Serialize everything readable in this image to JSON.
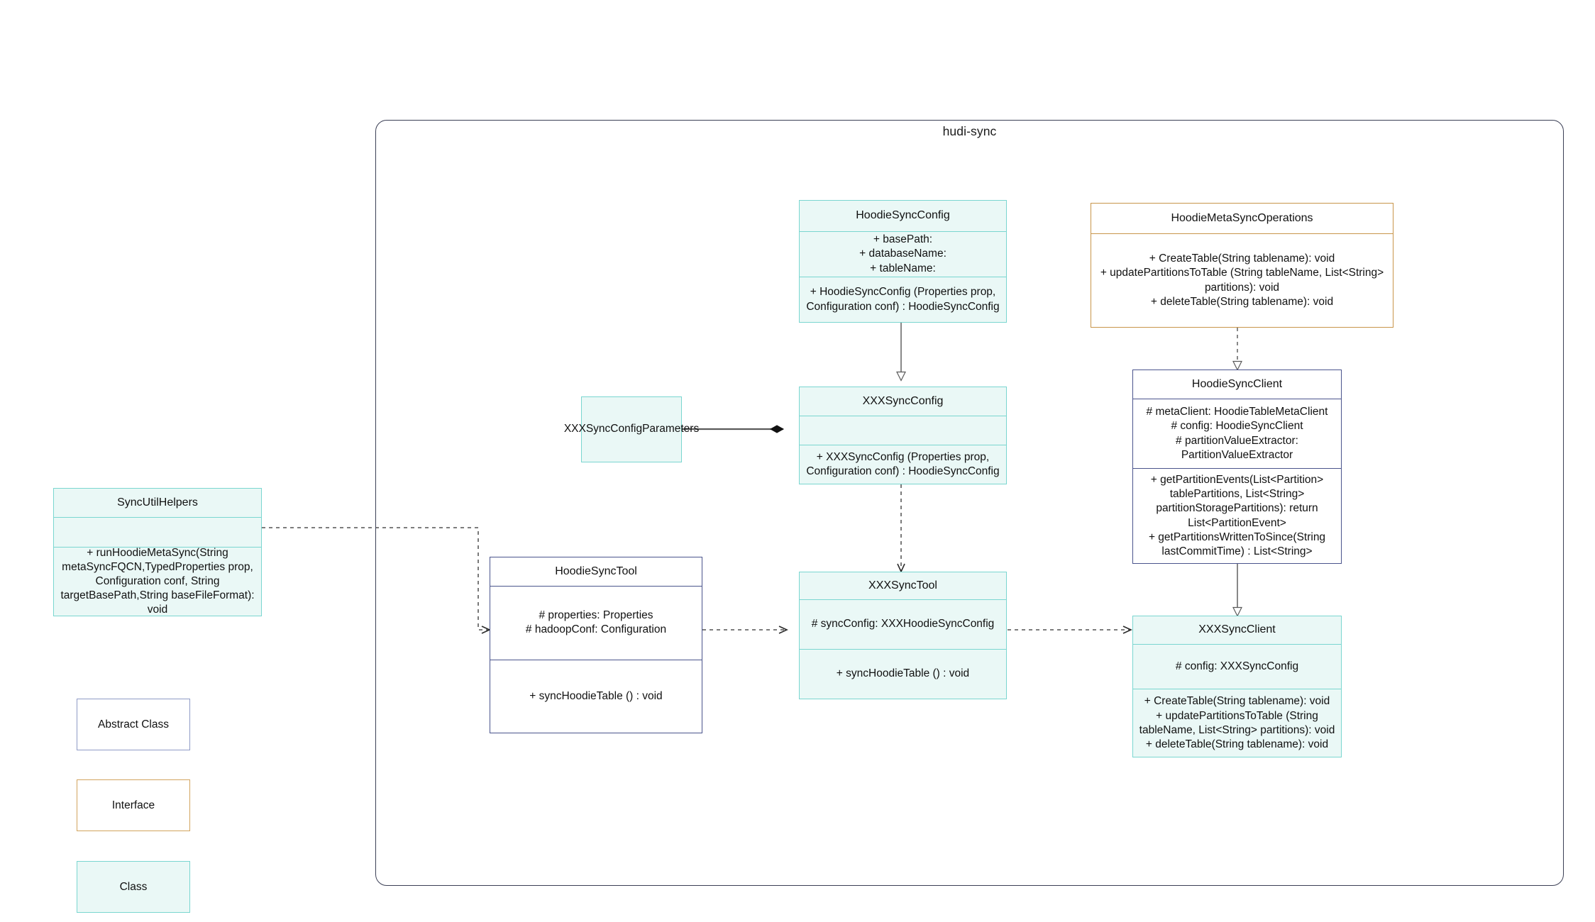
{
  "package": {
    "title": "hudi-sync"
  },
  "legend": [
    {
      "label": "Abstract Class",
      "kind": "abstract"
    },
    {
      "label": "Interface",
      "kind": "interface"
    },
    {
      "label": "Class",
      "kind": "class"
    }
  ],
  "classes": {
    "hoodieSyncConfig": {
      "name": "HoodieSyncConfig",
      "kind": "class",
      "attributes": "+    basePath:\n+   databaseName:\n+   tableName:",
      "methods": "+   HoodieSyncConfig (Properties prop, Configuration conf) : HoodieSyncConfig"
    },
    "hoodieMetaSyncOperations": {
      "name": "HoodieMetaSyncOperations",
      "kind": "interface",
      "methods": "+   CreateTable(String tablename): void\n+   updatePartitionsToTable (String tableName, List<String> partitions): void\n+   deleteTable(String tablename): void"
    },
    "xxxSyncConfigParameters": {
      "name": "XXXSyncConfigParameters",
      "kind": "class"
    },
    "xxxSyncConfig": {
      "name": "XXXSyncConfig",
      "kind": "class",
      "attributes": "",
      "methods": "+   XXXSyncConfig (Properties prop, Configuration conf) : HoodieSyncConfig"
    },
    "hoodieSyncClient": {
      "name": "HoodieSyncClient",
      "kind": "abstract",
      "attributes": "#   metaClient: HoodieTableMetaClient\n#   config: HoodieSyncClient\n#    partitionValueExtractor: PartitionValueExtractor",
      "methods": "+   getPartitionEvents(List<Partition> tablePartitions, List<String> partitionStoragePartitions): return List<PartitionEvent>\n+   getPartitionsWrittenToSince(String lastCommitTime) : List<String>"
    },
    "syncUtilHelpers": {
      "name": "SyncUtilHelpers",
      "kind": "class",
      "attributes": "",
      "methods": "+     runHoodieMetaSync(String metaSyncFQCN,TypedProperties prop, Configuration conf, String targetBasePath,String baseFileFormat): void"
    },
    "hoodieSyncTool": {
      "name": "HoodieSyncTool",
      "kind": "abstract",
      "attributes": "#   properties: Properties\n#   hadoopConf: Configuration",
      "methods": "+   syncHoodieTable () : void"
    },
    "xxxSyncTool": {
      "name": "XXXSyncTool",
      "kind": "class",
      "attributes": "#   syncConfig: XXXHoodieSyncConfig",
      "methods": "+   syncHoodieTable () : void"
    },
    "xxxSyncClient": {
      "name": "XXXSyncClient",
      "kind": "class",
      "attributes": "#    config: XXXSyncConfig",
      "methods": "+    CreateTable(String tablename): void\n+    updatePartitionsToTable (String tableName, List<String> partitions): void\n+   deleteTable(String tablename): void"
    }
  },
  "relations": [
    {
      "name": "generalization-xxxsyncconfig-to-hoodiesyncconfig",
      "type": "generalization",
      "from": "XXXSyncConfig",
      "to": "HoodieSyncConfig"
    },
    {
      "name": "realization-hoodiesyncclient-to-hoodiemetasyncoperations",
      "type": "realization",
      "from": "HoodieSyncClient",
      "to": "HoodieMetaSyncOperations"
    },
    {
      "name": "generalization-xxxsyncclient-to-hoodiesyncclient",
      "type": "generalization",
      "from": "XXXSyncClient",
      "to": "HoodieSyncClient"
    },
    {
      "name": "composition-xxxsyncconfigparameters-to-xxxsyncconfig",
      "type": "composition",
      "from": "XXXSyncConfigParameters",
      "to": "XXXSyncConfig"
    },
    {
      "name": "dependency-xxxsyncconfig-to-xxxsynctool",
      "type": "dependency",
      "from": "XXXSyncConfig",
      "to": "XXXSyncTool"
    },
    {
      "name": "dependency-syncutilhelpers-to-hoodiesynctool",
      "type": "dependency",
      "from": "SyncUtilHelpers",
      "to": "HoodieSyncTool"
    },
    {
      "name": "dependency-hoodiesynctool-to-xxxsynctool",
      "type": "dependency",
      "from": "HoodieSyncTool",
      "to": "XXXSyncTool"
    },
    {
      "name": "dependency-xxxsynctool-to-xxxsyncclient",
      "type": "dependency",
      "from": "XXXSyncTool",
      "to": "XXXSyncClient"
    }
  ],
  "colors": {
    "class_border": "#7ad6d0",
    "class_fill": "#eaf8f6",
    "abstract_border": "#4a548c",
    "interface_border": "#c8954a",
    "package_border": "#3b3f55",
    "connector": "#6b6b6b"
  }
}
